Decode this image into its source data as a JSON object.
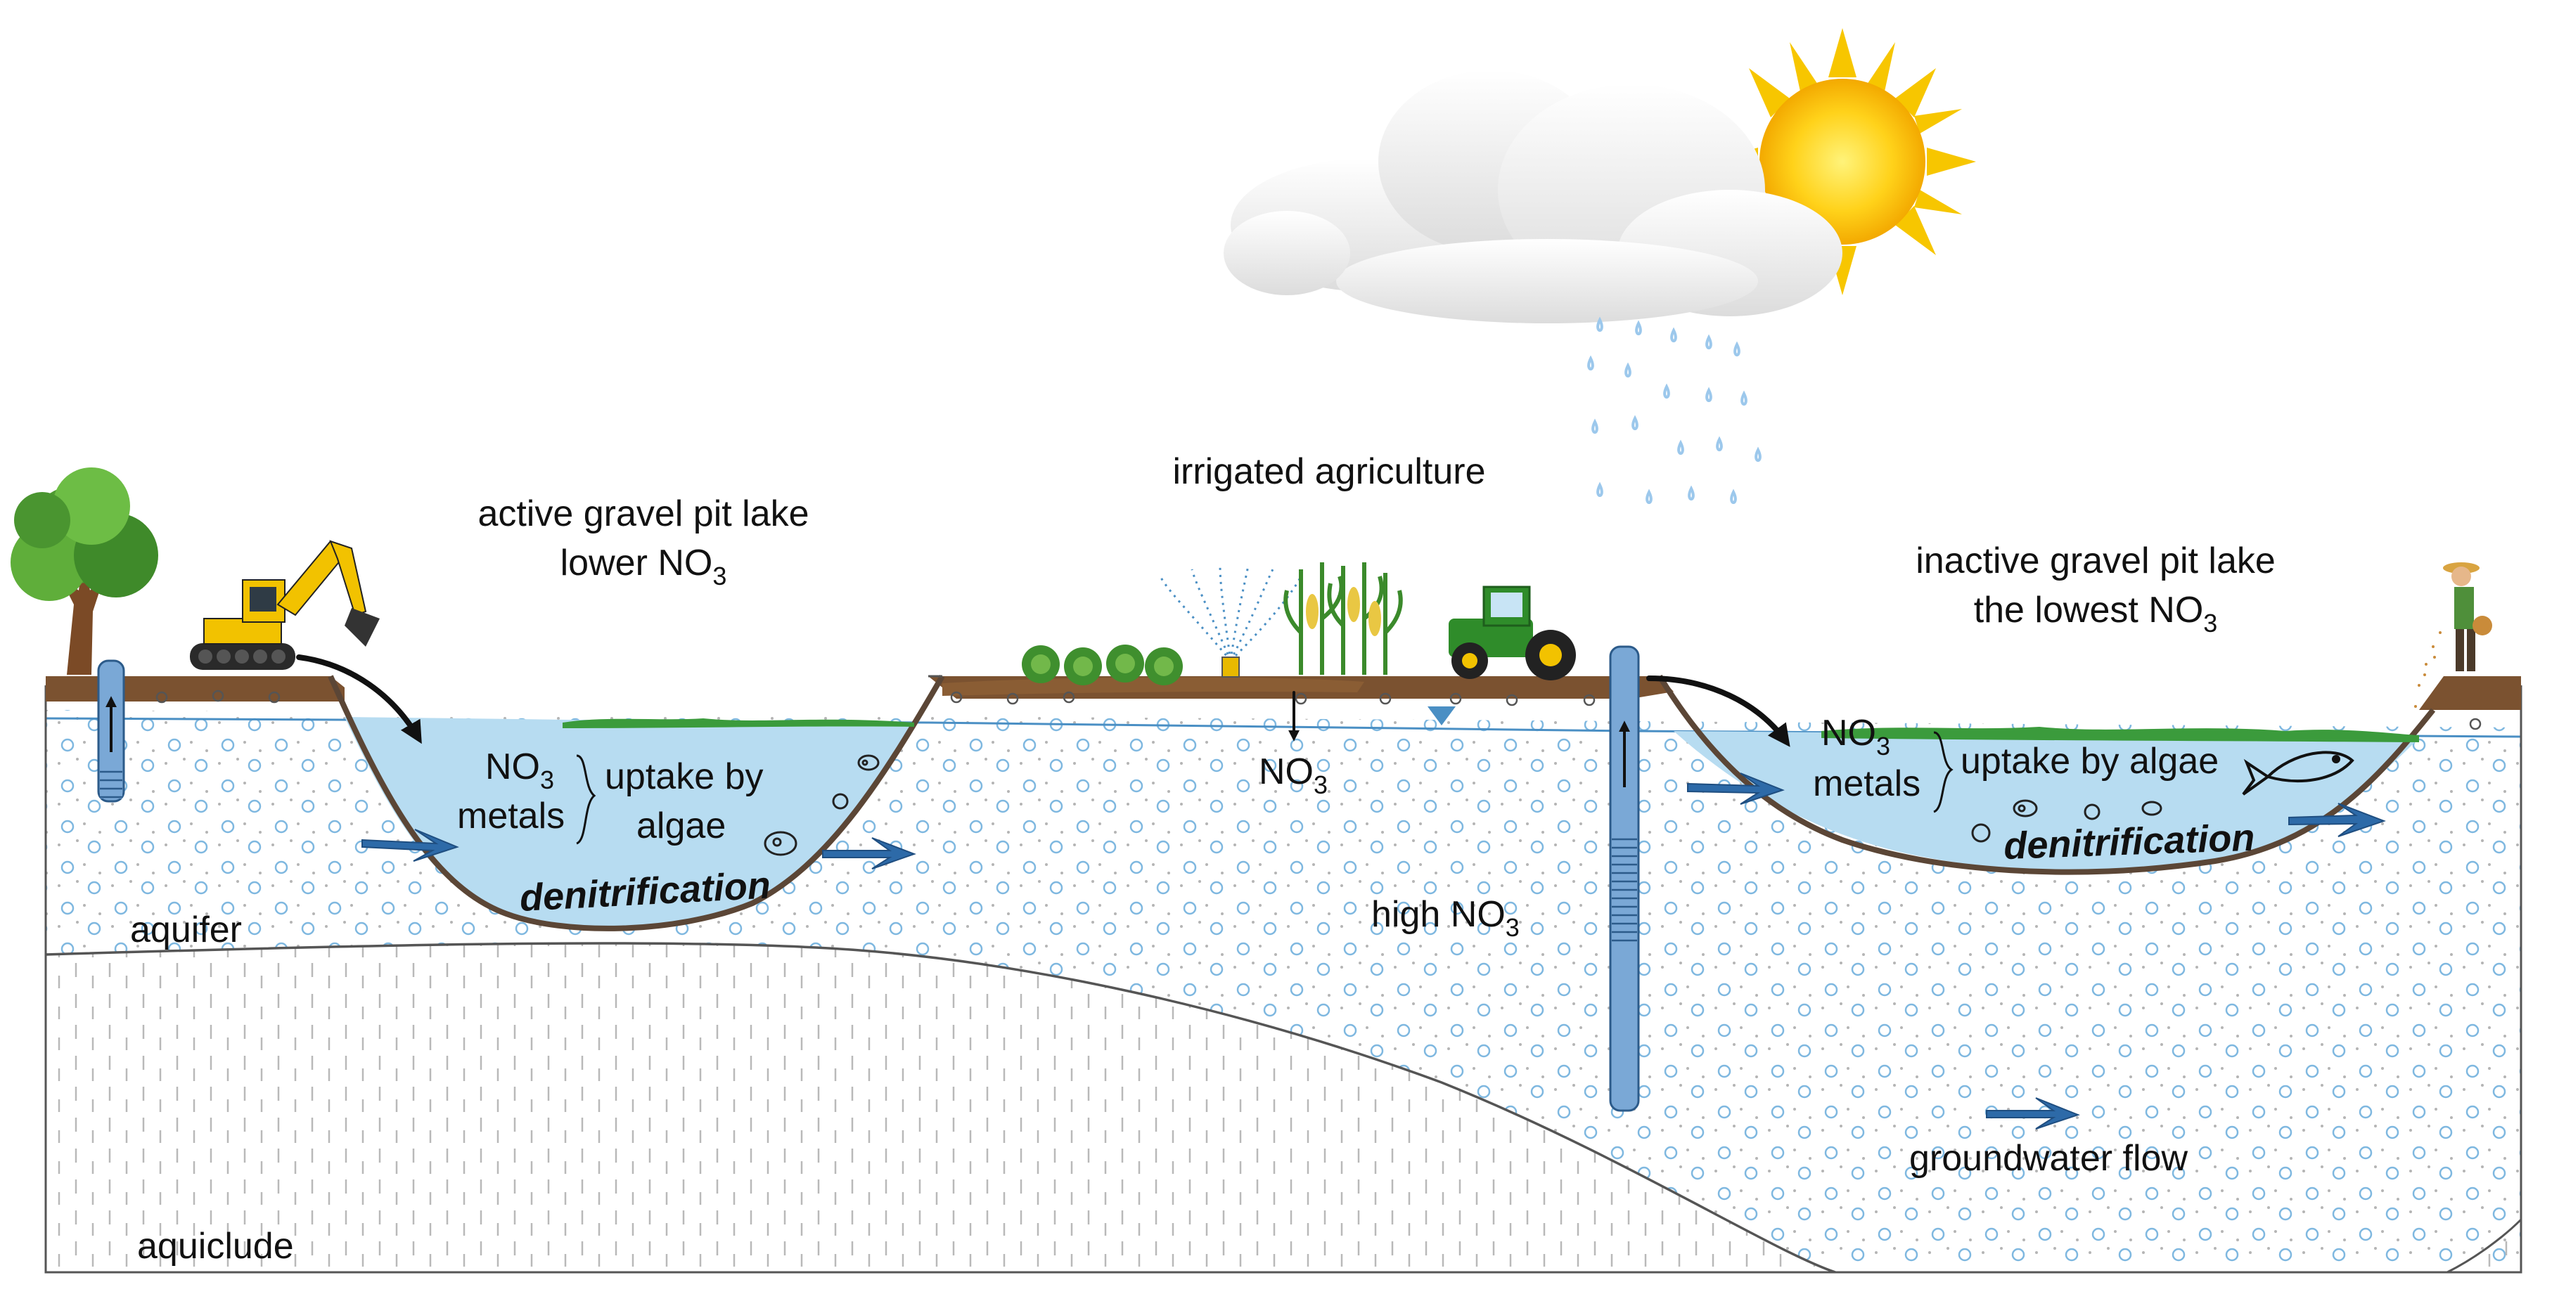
{
  "labels": {
    "active_lake_title": "active gravel pit lake",
    "active_lake_no3_prefix": "lower NO",
    "no3_sub": "3",
    "irrigated": "irrigated agriculture",
    "inactive_lake_title": "inactive gravel pit lake",
    "inactive_lake_no3_prefix": "the lowest NO",
    "no3": "NO",
    "metals": "metals",
    "uptake_line1": "uptake by",
    "uptake_line2": "algae",
    "uptake_full": "uptake by algae",
    "denitrification": "denitrification",
    "aquifer": "aquifer",
    "aquiclude": "aquiclude",
    "high_no3_prefix": "high NO",
    "groundwater_flow": "groundwater flow"
  },
  "colors": {
    "lake_water": "#b7dcf1",
    "groundwater_line": "#4a8fc4",
    "flow_arrow": "#2d6aa8",
    "well": "#7aa8d6",
    "soil": "#7b5230",
    "algae": "#3b9b3c",
    "aquifer_circle": "#7fb8e0",
    "sun": "#f7c600",
    "cloud": "#f2f2f2",
    "rain": "#9cc8ec"
  },
  "icons": [
    "tree-icon",
    "excavator-icon",
    "cabbage-icon",
    "sprinkler-icon",
    "corn-icon",
    "tractor-icon",
    "farmer-icon",
    "fish-icon",
    "sun-icon",
    "cloud-icon",
    "rain-icon",
    "microbe-icon"
  ]
}
